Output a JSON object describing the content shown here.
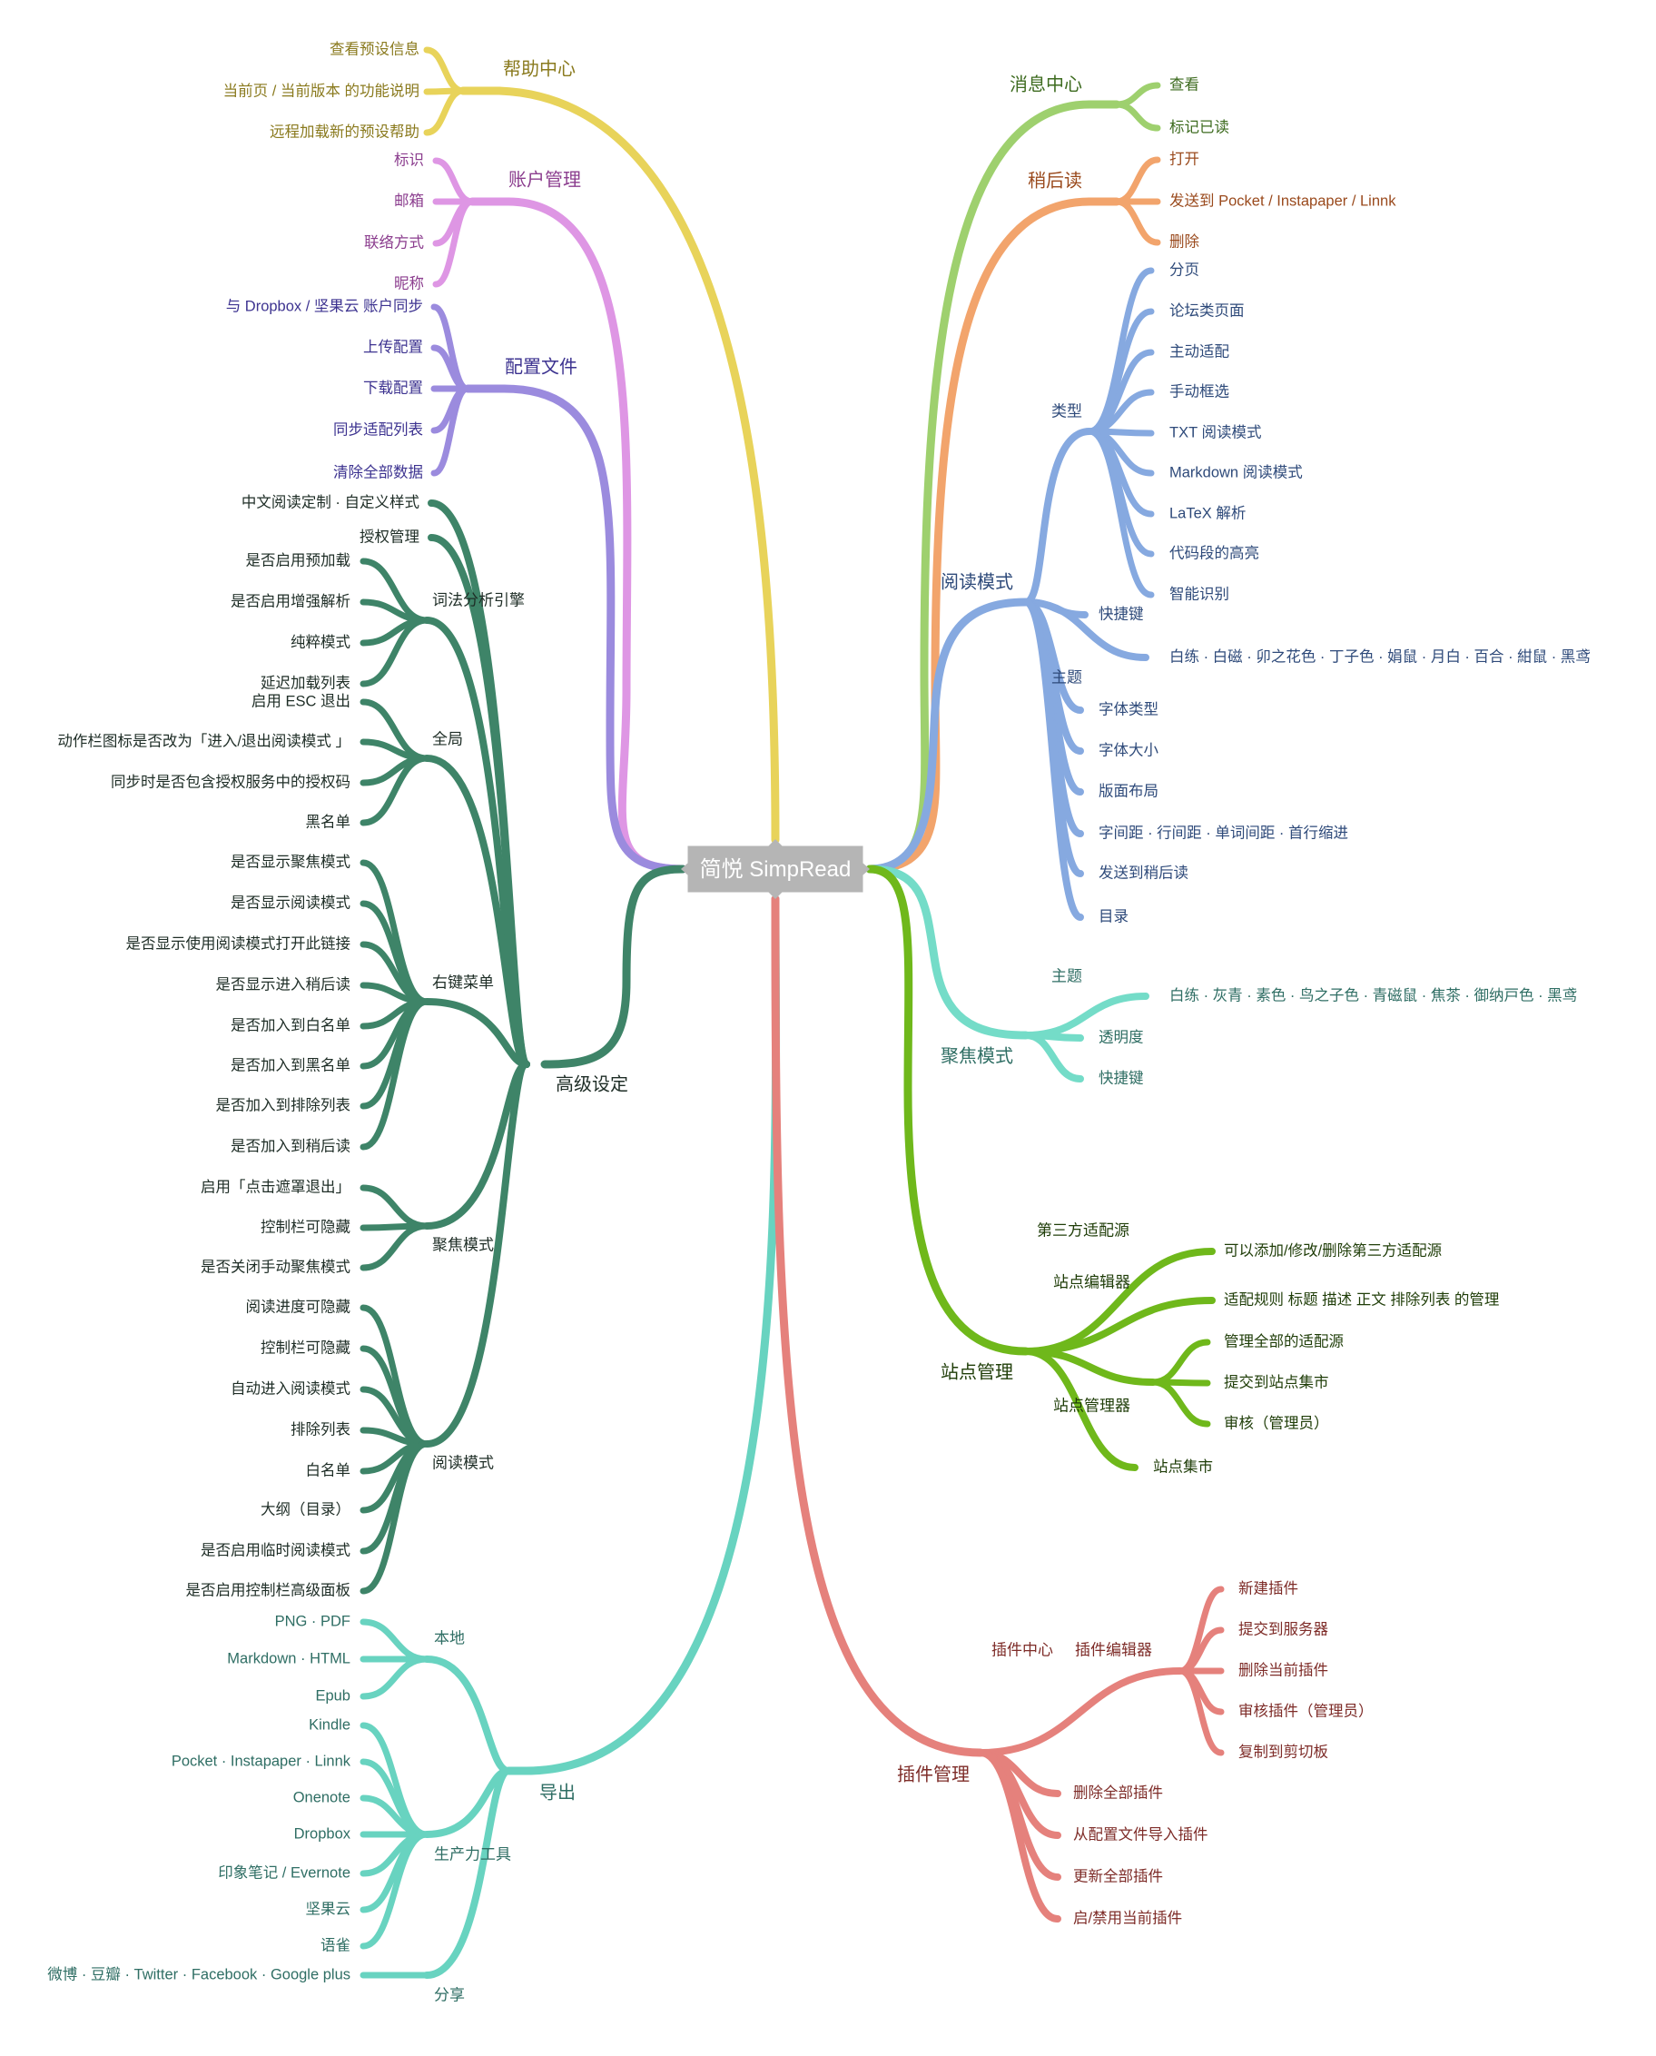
{
  "root": "简悦 SimpRead",
  "colors": {
    "help": "#e8d35a",
    "account": "#de96e4",
    "config": "#9b8bde",
    "advanced": "#3e8468",
    "export": "#68d3c0",
    "message": "#9ed06e",
    "later": "#f2a46c",
    "read": "#86a9e0",
    "focus": "#74dcc8",
    "site": "#6fb81b",
    "plugin": "#e5817c",
    "help_text": "#8a7a1e",
    "account_text": "#8b3d8e",
    "config_text": "#3d3390",
    "advanced_text": "#1e2d26",
    "export_text": "#2f6e64",
    "message_text": "#3d6b1f",
    "later_text": "#9a4a1d",
    "read_text": "#2e4a7a",
    "focus_text": "#2f6e64",
    "site_text": "#1f3d08",
    "plugin_text": "#7e2c28",
    "root_box": "#b5b5b5"
  },
  "left": {
    "help": {
      "label": "帮助中心",
      "items": [
        "查看预设信息",
        "当前页 / 当前版本 的功能说明",
        "远程加载新的预设帮助"
      ]
    },
    "account": {
      "label": "账户管理",
      "items": [
        "标识",
        "邮箱",
        "联络方式",
        "昵称"
      ]
    },
    "config": {
      "label": "配置文件",
      "items": [
        "与 Dropbox / 坚果云 账户同步",
        "上传配置",
        "下载配置",
        "同步适配列表",
        "清除全部数据"
      ]
    },
    "advanced": {
      "label": "高级设定",
      "direct": [
        "中文阅读定制 · 自定义样式",
        "授权管理"
      ],
      "lexer": {
        "label": "词法分析引擎",
        "items": [
          "是否启用预加载",
          "是否启用增强解析",
          "纯粹模式",
          "延迟加载列表"
        ]
      },
      "global": {
        "label": "全局",
        "items": [
          "启用 ESC 退出",
          "动作栏图标是否改为「进入/退出阅读模式 」",
          "同步时是否包含授权服务中的授权码",
          "黑名单"
        ]
      },
      "context": {
        "label": "右键菜单",
        "items": [
          "是否显示聚焦模式",
          "是否显示阅读模式",
          "是否显示使用阅读模式打开此链接",
          "是否显示进入稍后读",
          "是否加入到白名单",
          "是否加入到黑名单",
          "是否加入到排除列表",
          "是否加入到稍后读"
        ]
      },
      "focus": {
        "label": "聚焦模式",
        "items": [
          "启用「点击遮罩退出」",
          "控制栏可隐藏",
          "是否关闭手动聚焦模式"
        ]
      },
      "read": {
        "label": "阅读模式",
        "items": [
          "阅读进度可隐藏",
          "控制栏可隐藏",
          "自动进入阅读模式",
          "排除列表",
          "白名单",
          "大纲（目录）",
          "是否启用临时阅读模式",
          "是否启用控制栏高级面板"
        ]
      }
    },
    "export": {
      "label": "导出",
      "local": {
        "label": "本地",
        "items": [
          "PNG · PDF",
          "Markdown · HTML",
          "Epub"
        ]
      },
      "tools": {
        "label": "生产力工具",
        "items": [
          "Kindle",
          "Pocket · Instapaper · Linnk",
          "Onenote",
          "Dropbox",
          "印象笔记 / Evernote",
          "坚果云",
          "语雀"
        ]
      },
      "share": {
        "label": "分享",
        "items": [
          "微博 · 豆瓣 · Twitter · Facebook · Google plus"
        ]
      }
    }
  },
  "right": {
    "message": {
      "label": "消息中心",
      "items": [
        "查看",
        "标记已读"
      ]
    },
    "later": {
      "label": "稍后读",
      "items": [
        "打开",
        "发送到 Pocket / Instapaper / Linnk",
        "删除"
      ]
    },
    "read": {
      "label": "阅读模式",
      "type": {
        "label": "类型",
        "items": [
          "分页",
          "论坛类页面",
          "主动适配",
          "手动框选",
          "TXT 阅读模式",
          "Markdown 阅读模式",
          "LaTeX 解析",
          "代码段的高亮",
          "智能识别"
        ]
      },
      "hotkey": "快捷键",
      "theme": {
        "label": "主题",
        "items": [
          "白练 · 白磁 · 卯之花色 · 丁子色 · 娟鼠 · 月白 · 百合 · 紺鼠 · 黑鸢"
        ]
      },
      "others": [
        "字体类型",
        "字体大小",
        "版面布局",
        "字间距 · 行间距 · 单词间距 · 首行缩进",
        "发送到稍后读",
        "目录"
      ]
    },
    "focus": {
      "label": "聚焦模式",
      "theme": {
        "label": "主题",
        "items": [
          "白练 · 灰青 · 素色 · 鸟之子色 · 青磁鼠 · 焦茶 · 御纳戸色 · 黑鸢"
        ]
      },
      "others": [
        "透明度",
        "快捷键"
      ]
    },
    "site": {
      "label": "站点管理",
      "thirdparty": {
        "label": "第三方适配源",
        "items": [
          "可以添加/修改/删除第三方适配源"
        ]
      },
      "editor": {
        "label": "站点编辑器",
        "items": [
          "适配规则 标题 描述 正文 排除列表 的管理"
        ]
      },
      "manager": {
        "label": "站点管理器",
        "items": [
          "管理全部的适配源",
          "提交到站点集市",
          "审核（管理员）"
        ]
      },
      "market": "站点集市"
    },
    "plugin": {
      "label": "插件管理",
      "center": "插件中心",
      "editor": {
        "label": "插件编辑器",
        "items": [
          "新建插件",
          "提交到服务器",
          "删除当前插件",
          "审核插件（管理员）",
          "复制到剪切板"
        ]
      },
      "others": [
        "删除全部插件",
        "从配置文件导入插件",
        "更新全部插件",
        "启/禁用当前插件"
      ]
    }
  }
}
